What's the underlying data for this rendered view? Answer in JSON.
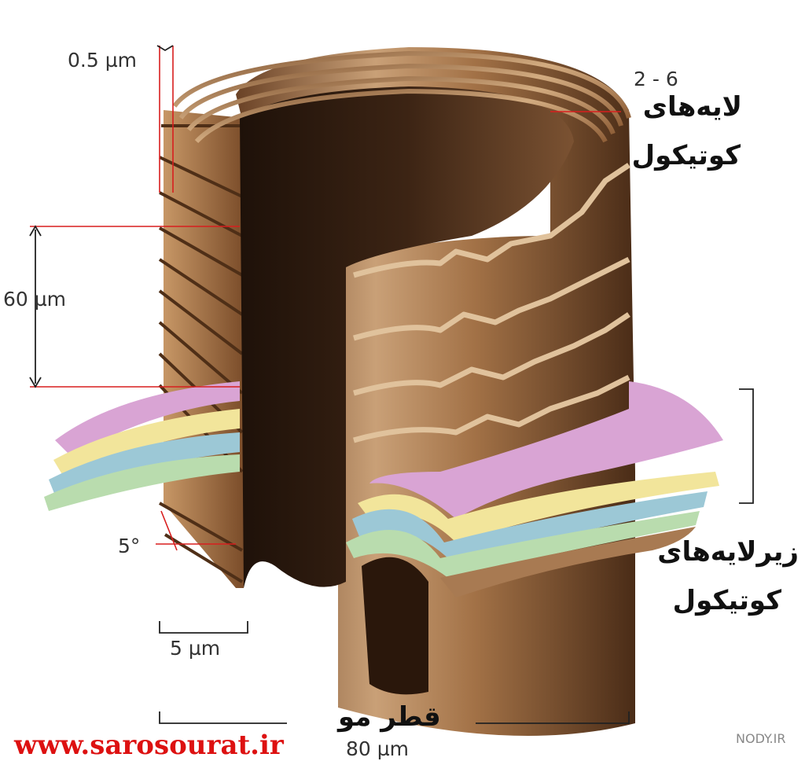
{
  "labels": {
    "layer_thickness": "0.5 µm",
    "scale_step": "60 µm",
    "layer_count": "2 - 6",
    "cuticle_layers_line1": "لایه‌های",
    "cuticle_layers_line2": "کوتیکول",
    "angle": "5°",
    "cuticle_width": "5 µm",
    "sublayers_line1": "زیرلایه‌های",
    "sublayers_line2": "کوتیکول",
    "hair_diameter_label": "قطر مو",
    "hair_diameter_value": "80 µm"
  },
  "website": "www.sarosourat.ir",
  "watermark": "NODY.IR",
  "colors": {
    "hair_dark": "#2e1a0e",
    "hair_mid": "#8a5a33",
    "hair_light": "#d6b48c",
    "annotation_red": "#d81e1e",
    "sublayer_pink": "#d9a4d4",
    "sublayer_yellow": "#f2e59b",
    "sublayer_blue": "#9cc8d6",
    "sublayer_green": "#b9dcae"
  }
}
